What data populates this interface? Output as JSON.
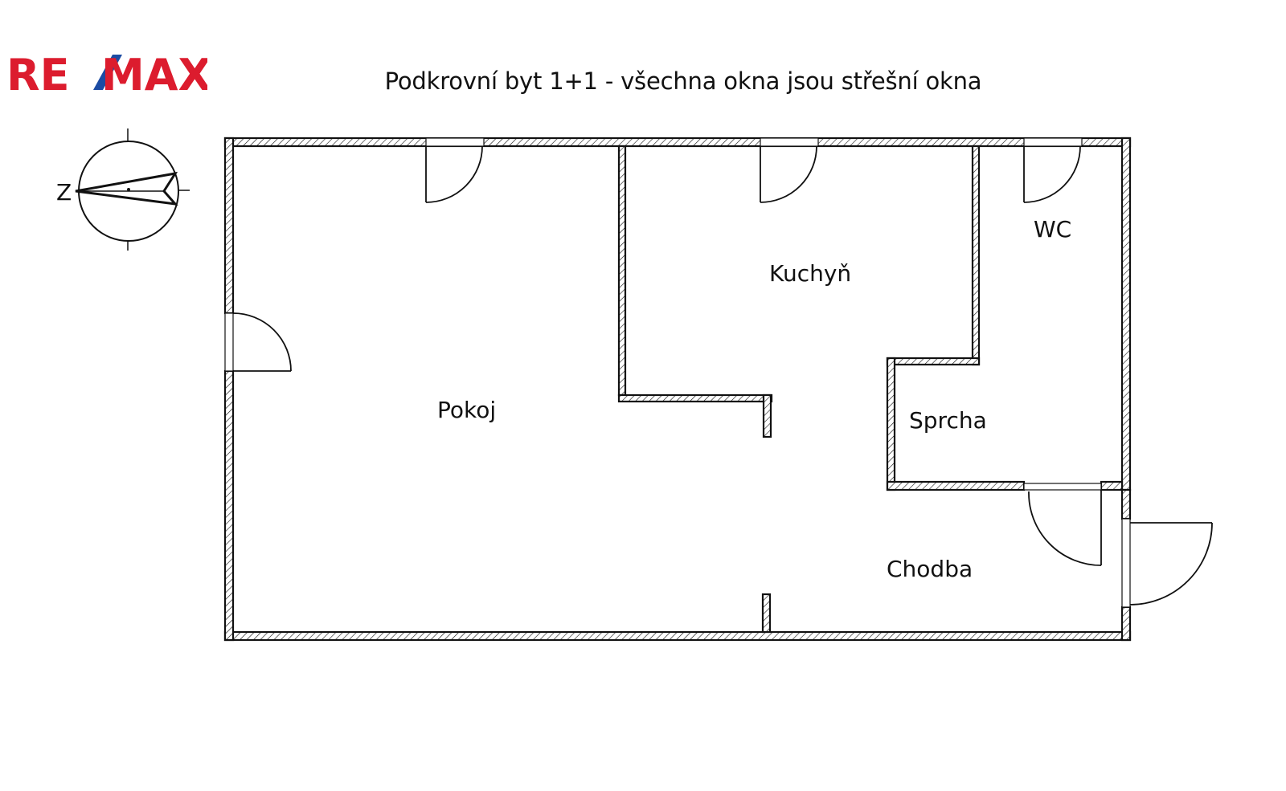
{
  "logo": {
    "text_left": "RE",
    "text_right": "MAX",
    "color_red": "#dc1c2e",
    "color_blue": "#1b4ba3"
  },
  "title": "Podkrovní byt  1+1 - všechna okna jsou střešní okna",
  "compass": {
    "label": "Z",
    "icon": "north-arrow-icon"
  },
  "rooms": {
    "pokoj": "Pokoj",
    "kuchyn": "Kuchyň",
    "wc": "WC",
    "sprcha": "Sprcha",
    "chodba": "Chodba"
  },
  "colors": {
    "line": "#111111",
    "background": "#ffffff"
  }
}
